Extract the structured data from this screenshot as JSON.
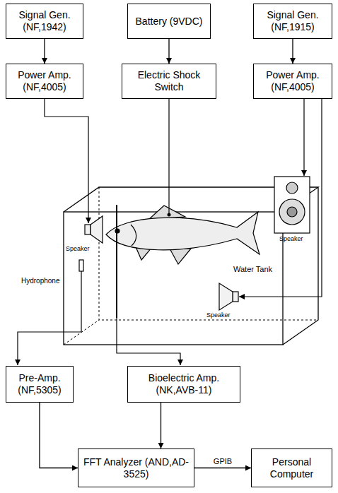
{
  "diagram": {
    "nodes": [
      {
        "text": [
          "Signal Gen. (NF,1942)"
        ]
      },
      {
        "text": [
          "Battery (9VDC)"
        ]
      },
      {
        "text": [
          "Signal Gen. (NF,1915)"
        ]
      },
      {
        "text": [
          "Power Amp. (NF,4005)"
        ]
      },
      {
        "text": [
          "Electric Shock Switch"
        ]
      },
      {
        "text": [
          "Power Amp. (NF,4005)"
        ]
      },
      {
        "text": [
          "Pre-Amp. (NF,5305)"
        ]
      },
      {
        "text": [
          "Bioelectric Amp. (NK,AVB-11)"
        ]
      },
      {
        "text": [
          "FFT Analyzer (AND,AD-3525)"
        ]
      },
      {
        "text": [
          "Personal Computer"
        ]
      }
    ],
    "edges": [
      {
        "from": 0,
        "to": 3,
        "arrow": "to"
      },
      {
        "from": 1,
        "to": 4,
        "arrow": "to"
      },
      {
        "from": 2,
        "to": 5,
        "arrow": "to"
      },
      {
        "from": 6,
        "to": 8,
        "arrow": "to"
      },
      {
        "from": 7,
        "to": 8,
        "arrow": "to"
      },
      {
        "from": 8,
        "to": 9,
        "label": "GPIB",
        "arrow": "to"
      }
    ],
    "labels": [
      "Speaker",
      "Hydrophone",
      "Water Tank",
      "Speaker",
      "Speaker"
    ]
  }
}
